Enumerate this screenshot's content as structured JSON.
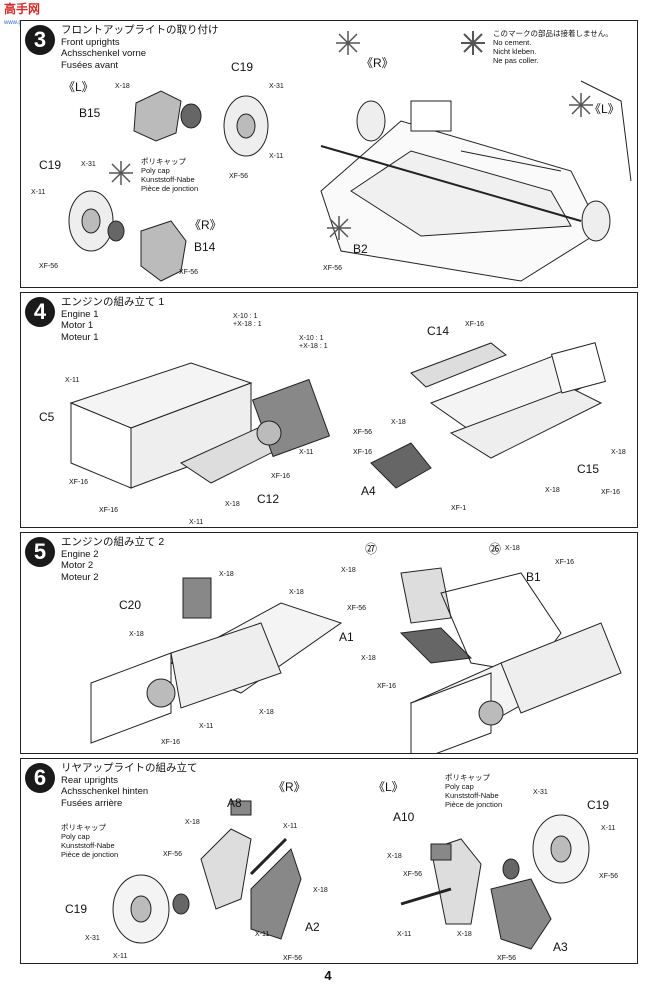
{
  "watermark": {
    "brand": "高手网",
    "url": "www.ggtoys.com"
  },
  "legend": {
    "jp": "このマークの部品は接着しません。",
    "en": "No cement.",
    "de": "Nicht kleben.",
    "fr": "Ne pas coller."
  },
  "steps": [
    {
      "number": "3",
      "jp": "フロントアップライトの取り付け",
      "en": "Front uprights",
      "de": "Achsschenkel vorne",
      "fr": "Fusées avant",
      "sides": {
        "L": "《L》",
        "R": "《R》"
      },
      "parts": [
        "C19",
        "B15",
        "C19",
        "B14",
        "B2"
      ],
      "polycap": {
        "jp": "ポリキャップ",
        "en": "Poly cap",
        "de": "Kunststoff-Nabe",
        "fr": "Pièce de jonction"
      },
      "paints": [
        "X-31",
        "X-11",
        "XF-56",
        "X-31",
        "X-11",
        "XF-56",
        "XF-56",
        "XF-56"
      ]
    },
    {
      "number": "4",
      "jp": "エンジンの組み立て 1",
      "en": "Engine 1",
      "de": "Motor 1",
      "fr": "Moteur 1",
      "parts": [
        "C5",
        "C12",
        "C14",
        "A4",
        "C15"
      ],
      "mix1": [
        "X-10 : 1",
        "+X-18 : 1"
      ],
      "mix2": [
        "X-10 : 1",
        "+X-18 : 1"
      ],
      "paints": [
        "X-18",
        "X-11",
        "XF-16",
        "X-11",
        "X-18",
        "XF-16",
        "X-11",
        "XF-16",
        "XF-16",
        "X-18",
        "XF-56",
        "XF-16",
        "XF-1",
        "X-18",
        "X-18",
        "XF-16"
      ]
    },
    {
      "number": "5",
      "jp": "エンジンの組み立て 2",
      "en": "Engine 2",
      "de": "Motor 2",
      "fr": "Moteur 2",
      "parts": [
        "C20",
        "B1",
        "A1"
      ],
      "markers": [
        "㉗",
        "㉖"
      ],
      "paints": [
        "X-18",
        "X-18",
        "X-18",
        "XF-16",
        "X-11",
        "X-18",
        "X-18",
        "X-18",
        "XF-16",
        "XF-56",
        "X-18",
        "XF-16"
      ]
    },
    {
      "number": "6",
      "jp": "リヤアップライトの組み立て",
      "en": "Rear uprights",
      "de": "Achsschenkel hinten",
      "fr": "Fusées arrière",
      "sides": {
        "R": "《R》",
        "L": "《L》"
      },
      "parts": [
        "A8",
        "C19",
        "A2",
        "A10",
        "C19",
        "A3"
      ],
      "polycap": {
        "jp": "ポリキャップ",
        "en": "Poly cap",
        "de": "Kunststoff-Nabe",
        "fr": "Pièce de jonction"
      },
      "paints": [
        "X-18",
        "XF-56",
        "X-11",
        "X-18",
        "X-31",
        "X-11",
        "XF-56",
        "X-18",
        "XF-56",
        "X-11",
        "X-31",
        "X-11",
        "XF-56",
        "X-18",
        "XF-56",
        "X-11"
      ]
    }
  ],
  "page_number": "4"
}
